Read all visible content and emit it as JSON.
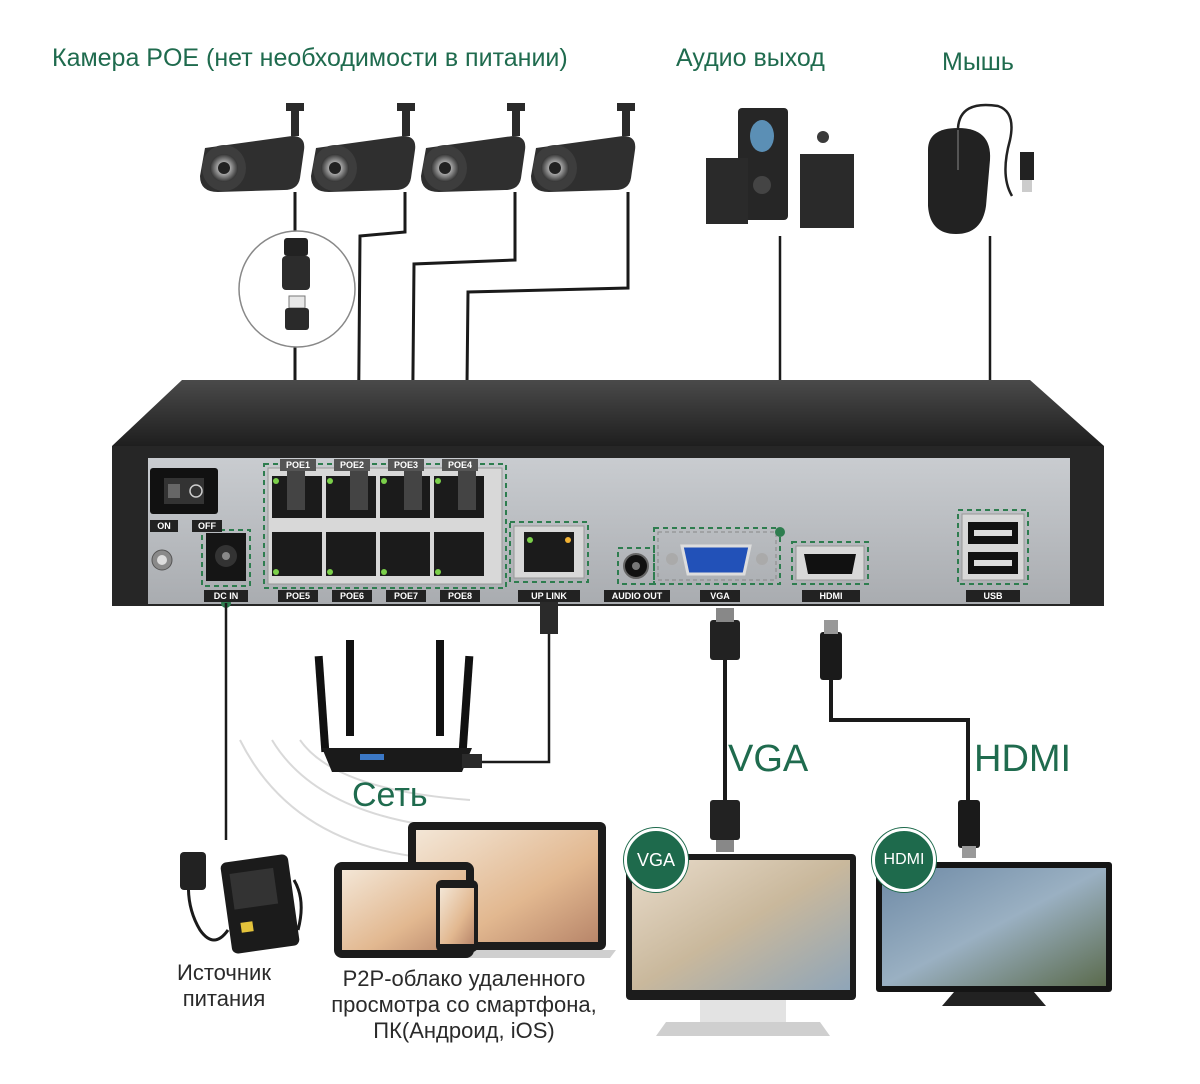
{
  "labels": {
    "poe_cameras": "Камера POE (нет необходимости в питании)",
    "audio_out": "Аудио выход",
    "mouse": "Мышь",
    "network": "Сеть",
    "vga": "VGA",
    "hdmi": "HDMI",
    "power_line1": "Источник",
    "power_line2": "питания",
    "p2p_line1": "P2P-облако удаленного",
    "p2p_line2": "просмотра со смартфона,",
    "p2p_line3": "ПК(Андроид, iOS)"
  },
  "nvr_ports": {
    "on": "ON",
    "off": "OFF",
    "dc_in": "DC IN",
    "poe1": "POE1",
    "poe2": "POE2",
    "poe3": "POE3",
    "poe4": "POE4",
    "poe5": "POE5",
    "poe6": "POE6",
    "poe7": "POE7",
    "poe8": "POE8",
    "uplink": "UP LINK",
    "audio_out": "AUDIO OUT",
    "vga": "VGA",
    "hdmi": "HDMI",
    "usb": "USB"
  },
  "monitor_badges": {
    "vga": "VGA",
    "hdmi": "HDMI"
  },
  "colors": {
    "label_green": "#1f6b4e",
    "nvr_body": "#2b2b2b",
    "panel_grey": "#b9bcc0",
    "cable": "#1a1a1a"
  }
}
